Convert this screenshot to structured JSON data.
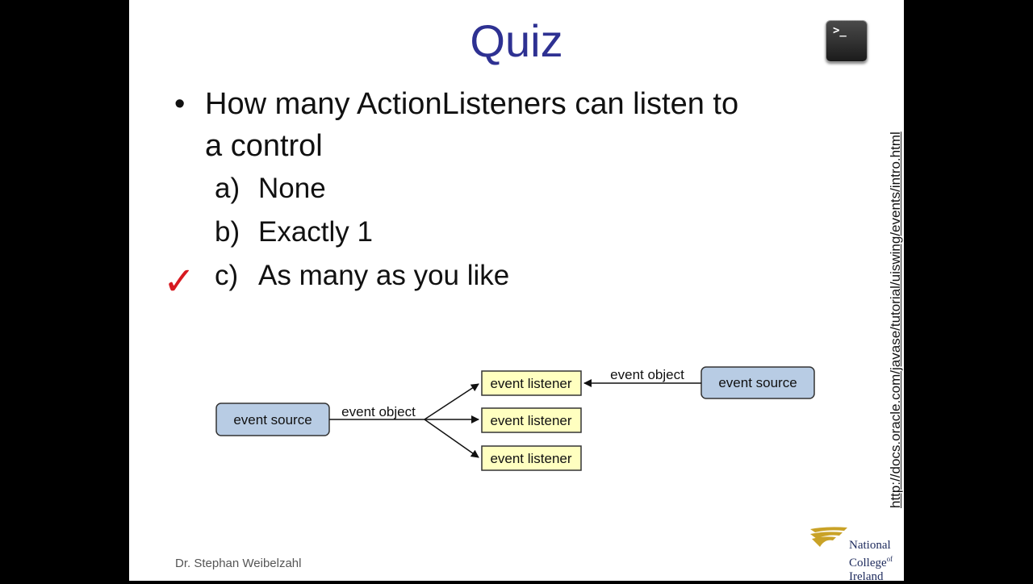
{
  "slide": {
    "title": "Quiz",
    "question_line1": "How many ActionListeners can listen to",
    "question_line2": "a control",
    "options": [
      {
        "letter": "a)",
        "text": "None",
        "correct": false
      },
      {
        "letter": "b)",
        "text": "Exactly 1",
        "correct": false
      },
      {
        "letter": "c)",
        "text": "As many as you like",
        "correct": true
      }
    ],
    "check_mark": "✓",
    "author": "Dr. Stephan Weibelzahl",
    "reference_url": "http://docs.oracle.com/javase/tutorial/uiswing/events/intro.html"
  },
  "diagram": {
    "left_source": "event source",
    "left_edge_label": "event object",
    "listeners": [
      "event listener",
      "event listener",
      "event listener"
    ],
    "right_source": "event source",
    "right_edge_label": "event object",
    "colors": {
      "source_fill": "#b8cce4",
      "listener_fill": "#ffffc0",
      "stroke": "#333333"
    }
  },
  "logo": {
    "line1": "National",
    "line2": "College",
    "line2_suffix": "of",
    "line3": "Ireland"
  },
  "icons": {
    "terminal": "terminal-icon",
    "logo_mark": "college-logo-icon"
  }
}
